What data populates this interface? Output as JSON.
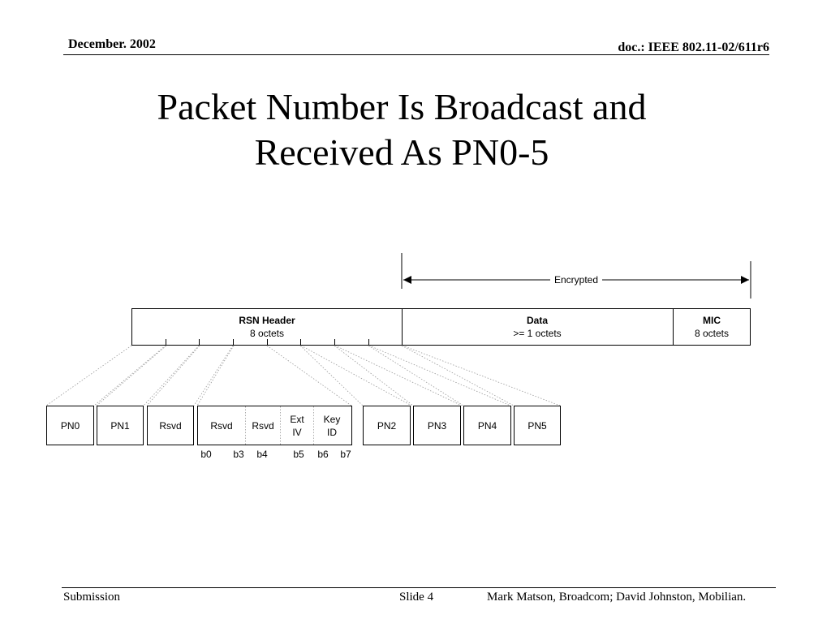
{
  "header": {
    "date": "December. 2002",
    "doc": "doc.: IEEE 802.11-02/611r6"
  },
  "title": {
    "line1": "Packet Number Is Broadcast and",
    "line2": "Received As PN0-5"
  },
  "diagram": {
    "encrypted_label": "Encrypted",
    "top_fields": [
      {
        "name": "RSN Header",
        "size": "8 octets"
      },
      {
        "name": "Data",
        "size": ">= 1 octets"
      },
      {
        "name": "MIC",
        "size": "8 octets"
      }
    ],
    "bytes": [
      "PN0",
      "PN1",
      "Rsvd"
    ],
    "keyid_byte": {
      "fields": [
        {
          "line1": "Rsvd",
          "line2": ""
        },
        {
          "line1": "Rsvd",
          "line2": ""
        },
        {
          "line1": "Ext",
          "line2": "IV"
        },
        {
          "line1": "Key",
          "line2": "ID"
        }
      ]
    },
    "bytes_after": [
      "PN2",
      "PN3",
      "PN4",
      "PN5"
    ],
    "bit_labels": [
      "b0",
      "b3",
      "b4",
      "b5",
      "b6",
      "b7"
    ]
  },
  "footer": {
    "left": "Submission",
    "middle": "Slide 4",
    "right": "Mark Matson, Broadcom; David Johnston, Mobilian."
  }
}
